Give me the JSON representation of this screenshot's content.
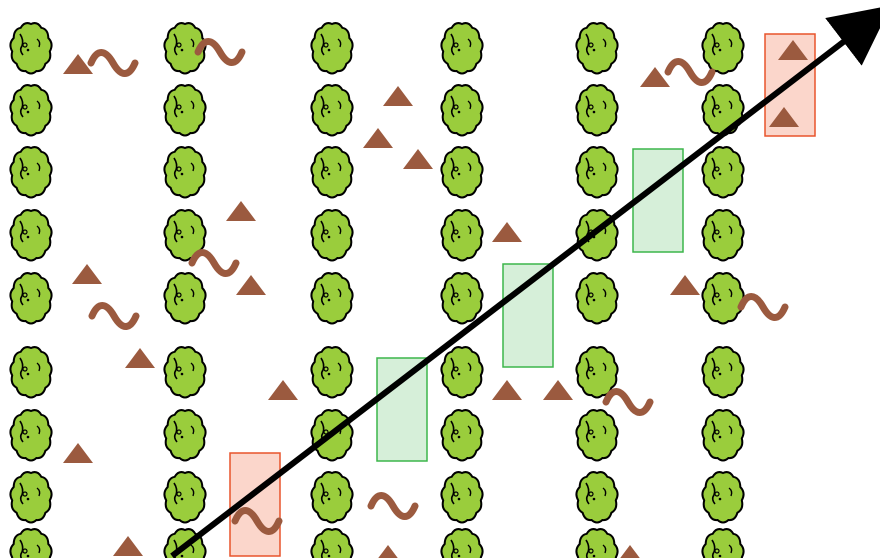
{
  "diagram": {
    "plant_icon": "lettuce-plant-icon",
    "weed_icon": "squiggle-weed-icon",
    "mound_icon": "triangle-mound-icon",
    "path_icon": "diagonal-arrow-icon",
    "colors": {
      "plant_fill": "#9acd3c",
      "plant_outline": "#000000",
      "soil": "#9b5a3f",
      "green_box_fill": "#d6efd9",
      "green_box_stroke": "#3cb54a",
      "red_box_fill": "#fbd6cb",
      "red_box_stroke": "#e8542b",
      "arrow": "#000000",
      "background": "#ffffff"
    },
    "crop_rows": 6,
    "plants_per_row": 9,
    "highlighted_green_boxes": 3,
    "highlighted_red_boxes": 2
  }
}
